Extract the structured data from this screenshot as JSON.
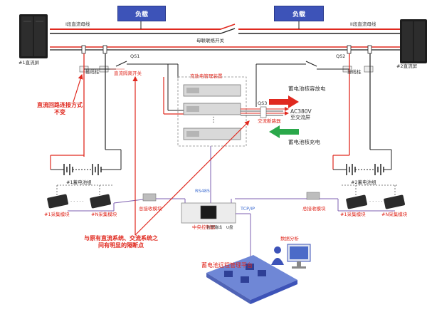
{
  "loads": {
    "left": "负载",
    "right": "负载"
  },
  "bus": {
    "left_label": "I段直流母线",
    "right_label": "II段直流母线",
    "tie_switch": "母联联络开关"
  },
  "screens": {
    "left": "#1直流屏",
    "right": "#2直流屏"
  },
  "switches": {
    "qs1": "QS1",
    "qs2": "QS2",
    "qs3": "QS3",
    "terminal_left": "接线柱",
    "terminal_right": "接线柱",
    "isolation_switch": "直流隔离开关",
    "ac_breaker": "交流断路器"
  },
  "charger": {
    "label": "充放电管理装置",
    "dots": "⋮"
  },
  "discharge": {
    "top_label": "蓄电池核容放电",
    "ac_label": "AC380V",
    "ac_sub": "至交流屏",
    "charge_label": "蓄电池核充电"
  },
  "batteries": {
    "left": "#1蓄电池组",
    "right": "#2蓄电池组"
  },
  "modules": {
    "left_1": "#1采集模块",
    "left_n": "#N采集模块",
    "right_1": "#1采集模块",
    "right_n": "#N采集模块",
    "ellipsis": "· · · · ·",
    "collector_left": "总接收模块",
    "collector_right": "总接收模块"
  },
  "controller": {
    "label": "中央控制器",
    "rs485": "RS485",
    "tcpip": "TCP/IP",
    "alarm": "告警输出",
    "udisk": "U盘"
  },
  "platform": {
    "analysis": "数据分析",
    "label": "蓄电池远程管理平台"
  },
  "notes": {
    "unchanged": "直流回路连接方式不变",
    "isolation": "与原有直流系统、交流系统之间有明显的隔断点"
  },
  "colors": {
    "red": "#e0291f",
    "blue": "#3d53b8",
    "green": "#2aa84a",
    "purple": "#7d5fb0",
    "black": "#222222"
  }
}
